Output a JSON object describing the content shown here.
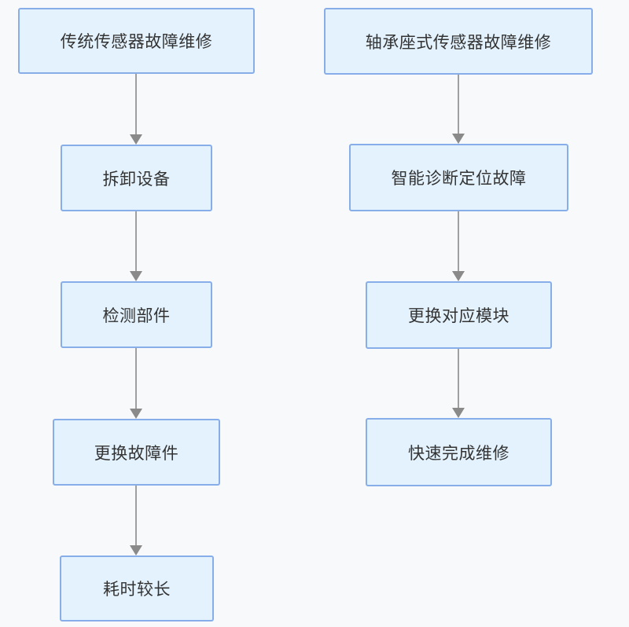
{
  "diagram": {
    "type": "flowchart",
    "left_flow": {
      "nodes": [
        {
          "label": "传统传感器故障维修"
        },
        {
          "label": "拆卸设备"
        },
        {
          "label": "检测部件"
        },
        {
          "label": "更换故障件"
        },
        {
          "label": "耗时较长"
        }
      ]
    },
    "right_flow": {
      "nodes": [
        {
          "label": "轴承座式传感器故障维修"
        },
        {
          "label": "智能诊断定位故障"
        },
        {
          "label": "更换对应模块"
        },
        {
          "label": "快速完成维修"
        }
      ]
    },
    "colors": {
      "node_fill": "#e3f2fd",
      "node_border": "#88aee9",
      "arrow_line": "#a0a0a0",
      "arrow_head": "#8a8a8a",
      "text": "#333333",
      "background": "#f8f9fa"
    }
  }
}
